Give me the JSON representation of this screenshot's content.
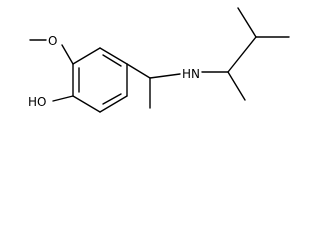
{
  "diagram": {
    "type": "skeletal-structure",
    "atom_labels": {
      "oxygen_methoxy": "O",
      "hydroxyl": "HO",
      "amine": "HN"
    },
    "colors": {
      "line": "#000000",
      "text": "#000000",
      "background": "#ffffff"
    }
  }
}
